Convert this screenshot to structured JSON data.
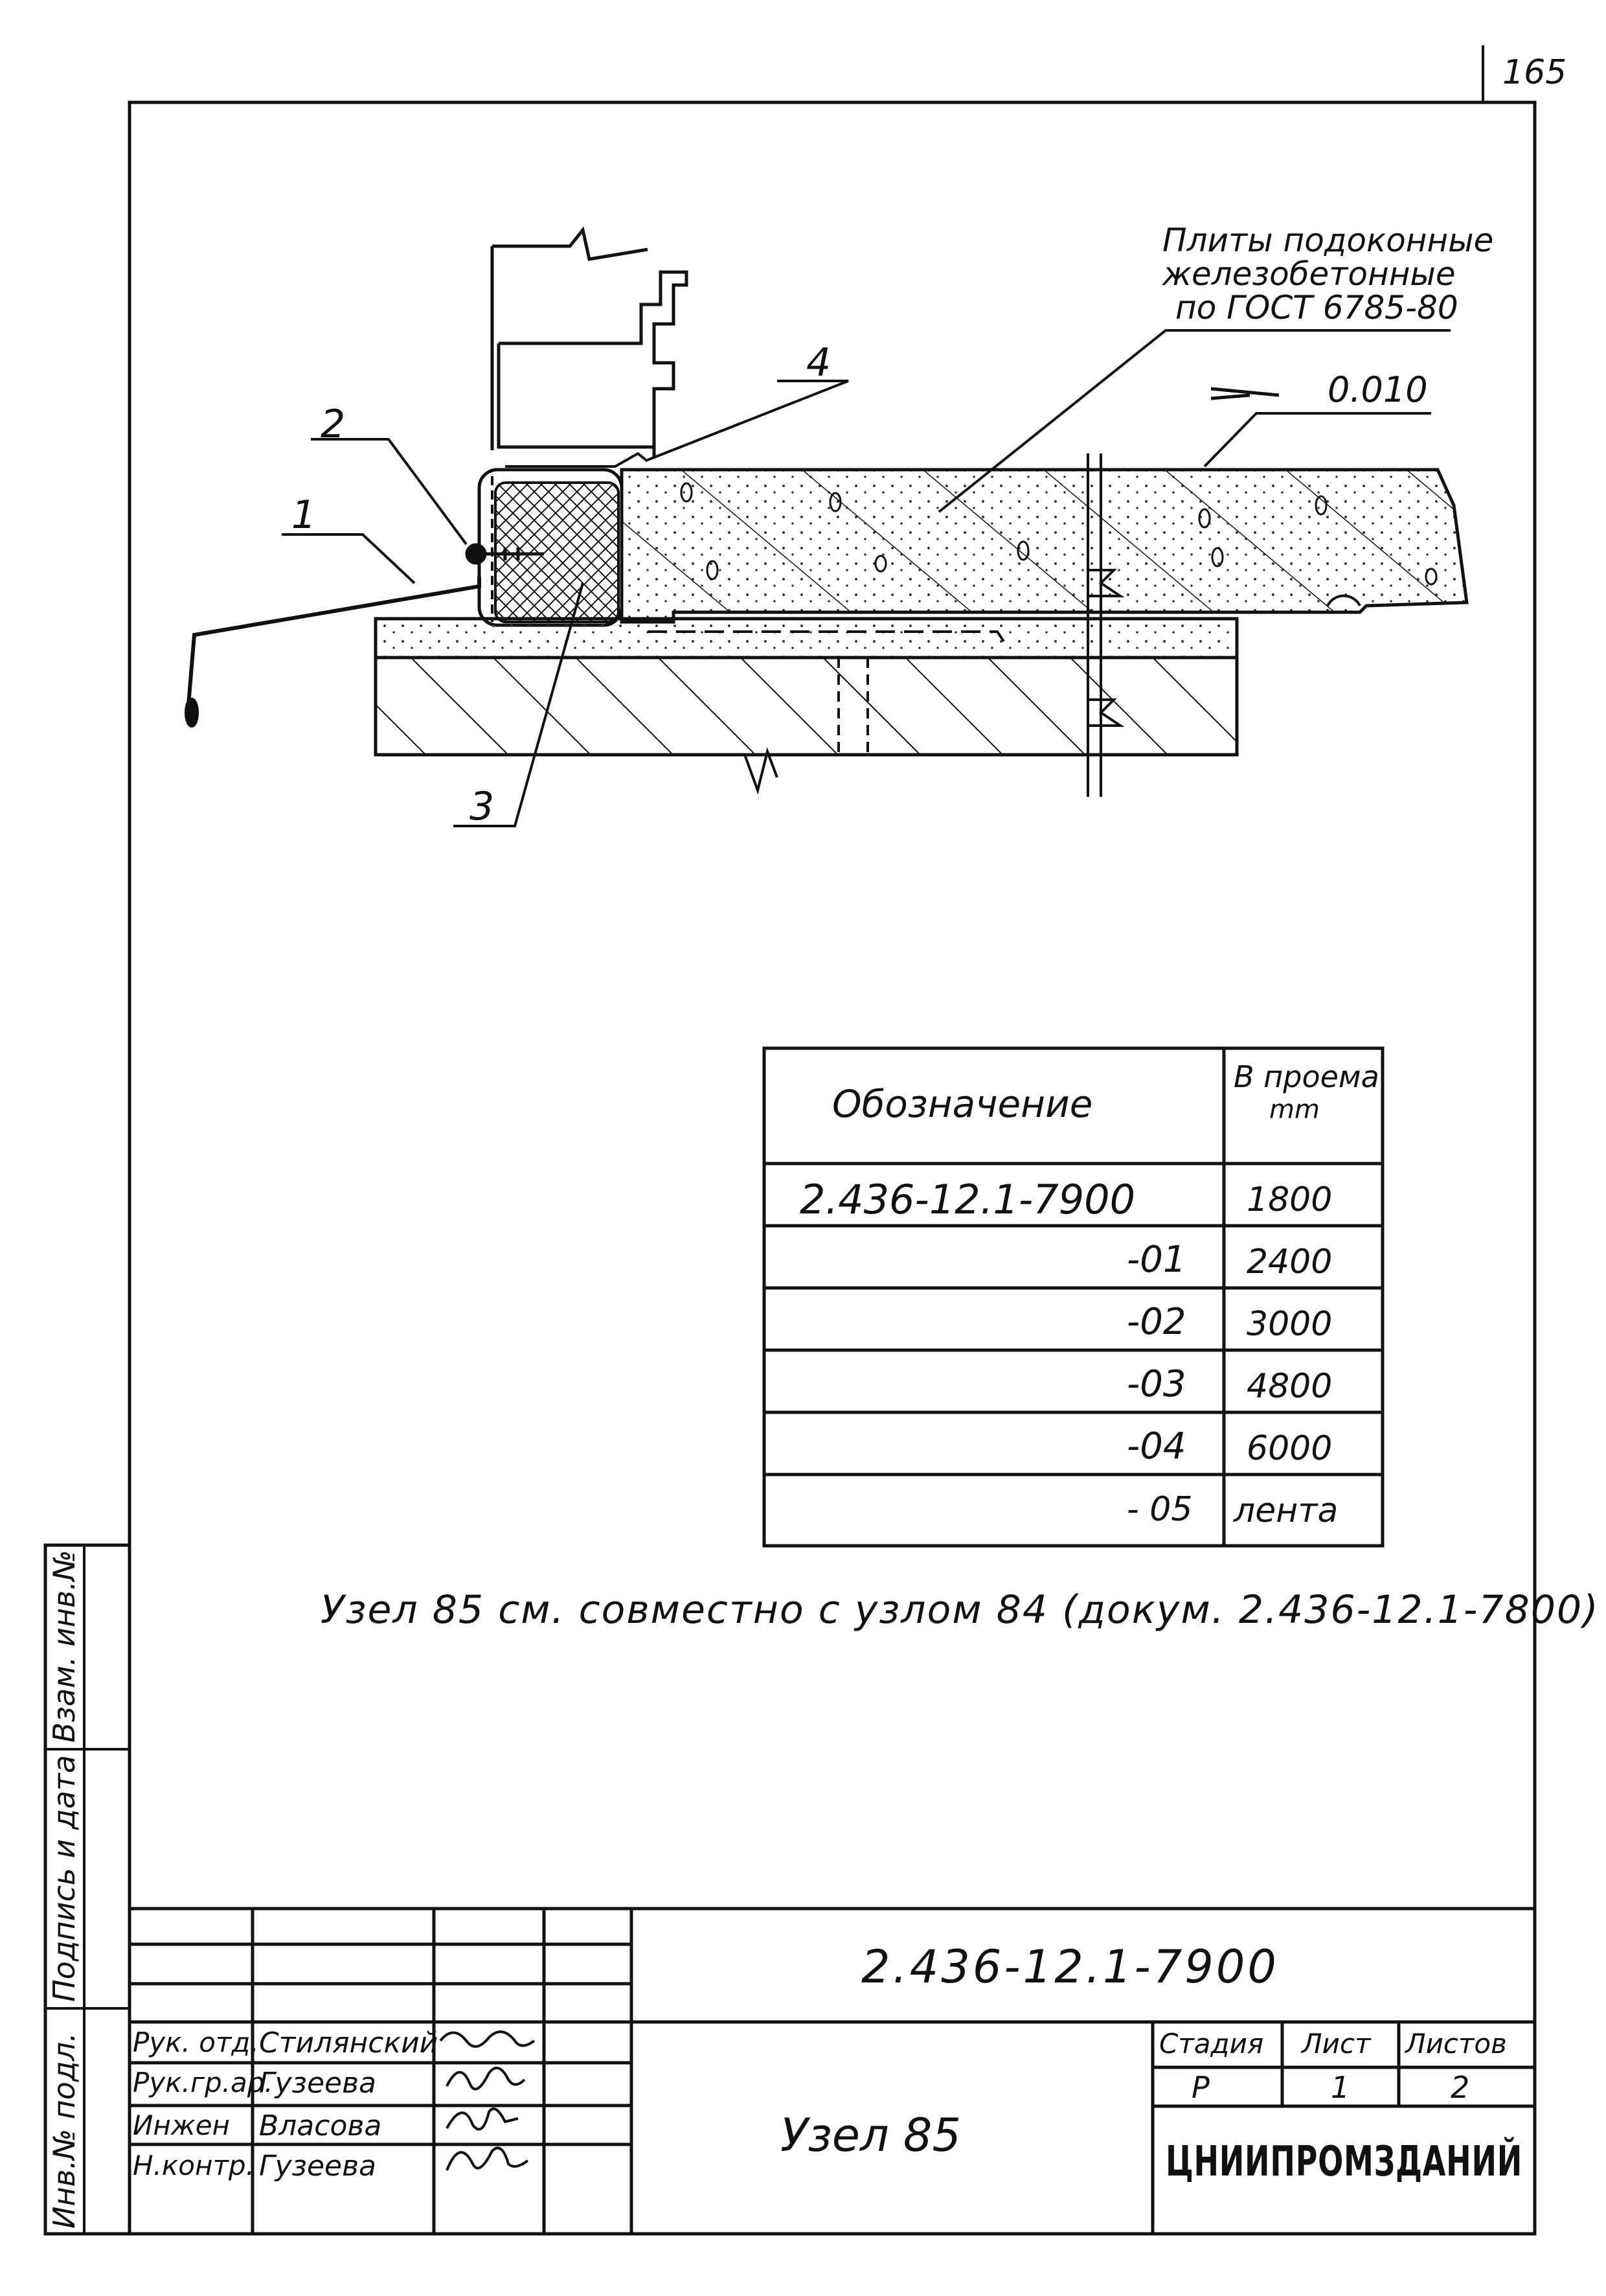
{
  "sheet_number": "165",
  "drawing": {
    "callout_plate": [
      "Плиты подоконные",
      "железобетонные",
      "по ГОСТ 6785-80"
    ],
    "slope": "0.010",
    "leaders": [
      "1",
      "2",
      "3",
      "4"
    ]
  },
  "spec_table": {
    "headers": [
      "Обозначение",
      "В проема",
      "mm"
    ],
    "rows": [
      {
        "designation": "2.436-12.1-7900",
        "value": "1800"
      },
      {
        "designation": "-01",
        "value": "2400"
      },
      {
        "designation": "-02",
        "value": "3000"
      },
      {
        "designation": "-03",
        "value": "4800"
      },
      {
        "designation": "-04",
        "value": "6000"
      },
      {
        "designation": "- 05",
        "value": "лента"
      }
    ]
  },
  "note": "Узел 85 см. совместно с узлом 84 (докум. 2.436-12.1-7800)",
  "side_stamp": [
    "Взам. инв.№",
    "Подпись и дата",
    "Инв.№ подл."
  ],
  "title_block": {
    "code": "2.436-12.1-7900",
    "name": "Узел 85",
    "roles": [
      "Рук. отд.",
      "Рук.гр.ар.",
      "Инжен",
      "Н.контр."
    ],
    "names": [
      "Стилянский",
      "Гузеева",
      "Власова",
      "Гузеева"
    ],
    "stage_label": "Стадия",
    "sheet_label": "Лист",
    "sheets_label": "Листов",
    "stage": "Р",
    "sheet": "1",
    "sheets": "2",
    "org": "ЦНИИПРОМЗДАНИЙ"
  }
}
